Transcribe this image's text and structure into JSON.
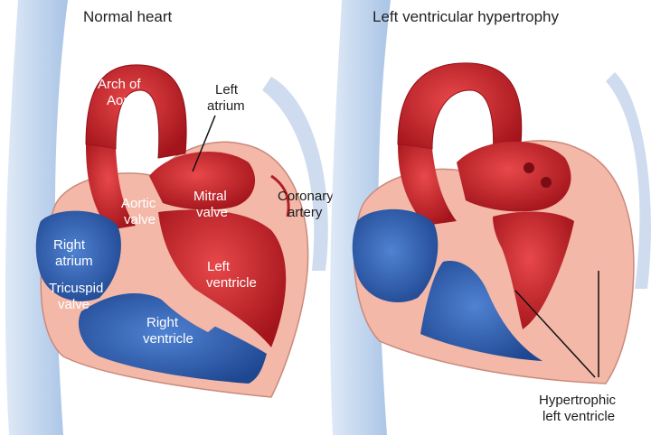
{
  "panels": {
    "normal": {
      "title": "Normal heart",
      "labels": {
        "arch_of_aorta": [
          "Arch of",
          "Aorta"
        ],
        "left_atrium": [
          "Left",
          "atrium"
        ],
        "aortic_valve": [
          "Aortic",
          "valve"
        ],
        "mitral_valve": [
          "Mitral",
          "valve"
        ],
        "coronary_artery": [
          "Coronary",
          "artery"
        ],
        "right_atrium": [
          "Right",
          "atrium"
        ],
        "tricuspid_valve": [
          "Tricuspid",
          "valve"
        ],
        "left_ventricle": [
          "Left",
          "ventricle"
        ],
        "right_ventricle": [
          "Right",
          "ventricle"
        ]
      }
    },
    "hypertrophy": {
      "title": "Left ventricular hypertrophy",
      "labels": {
        "hypertrophic_left_ventricle": [
          "Hypertrophic",
          "left ventricle"
        ]
      }
    }
  },
  "colors": {
    "oxygenated": "#c8262b",
    "deoxygenated": "#2f5fb3",
    "wall": "#f3b8a8",
    "vessel_bg": "#bcd3ee"
  }
}
